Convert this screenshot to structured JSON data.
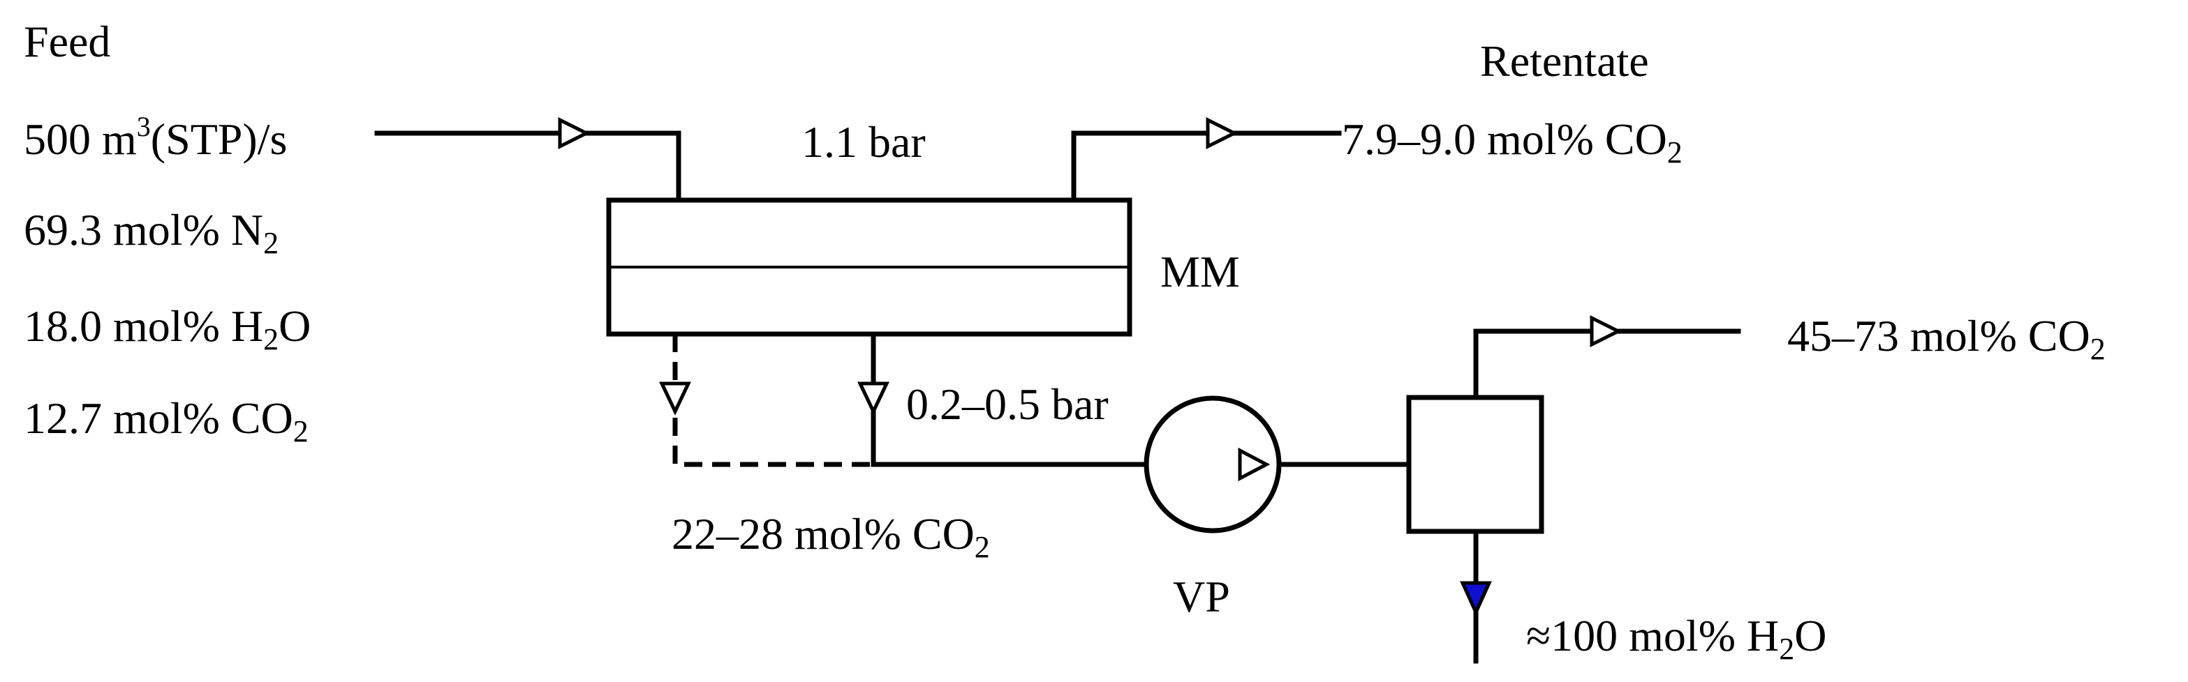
{
  "colors": {
    "line": "#000000",
    "background": "#ffffff",
    "water_arrow": "#1010d0"
  },
  "feed": {
    "title": "Feed",
    "flow_pre": "500 m",
    "flow_sup": "3",
    "flow_post": "(STP)/s",
    "n2_pre": "69.3 mol% N",
    "n2_sub": "2",
    "h2o_pre": "18.0 mol% H",
    "h2o_sub": "2",
    "h2o_post": "O",
    "co2_pre": "12.7 mol% CO",
    "co2_sub": "2"
  },
  "module": {
    "pressure": "1.1 bar",
    "label": "MM"
  },
  "retentate": {
    "title": "Retentate",
    "co2_pre": "7.9–9.0 mol% CO",
    "co2_sub": "2"
  },
  "permeate": {
    "pressure": "0.2–0.5 bar",
    "co2_pre": "22–28 mol% CO",
    "co2_sub": "2"
  },
  "pump": {
    "label": "VP"
  },
  "product": {
    "co2_pre": "45–73 mol% CO",
    "co2_sub": "2"
  },
  "water_out": {
    "pre": "≈100 mol% H",
    "sub": "2",
    "post": "O"
  }
}
